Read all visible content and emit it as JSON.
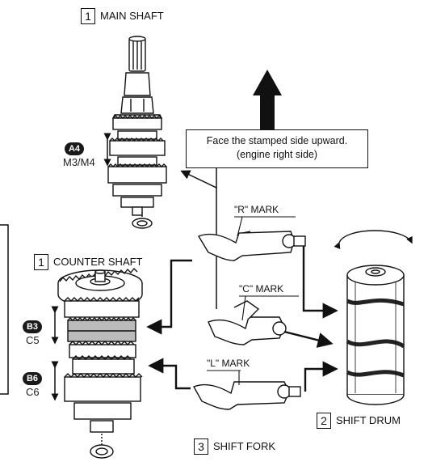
{
  "labels": {
    "main_shaft_num": "1",
    "main_shaft": "MAIN SHAFT",
    "counter_shaft_num": "1",
    "counter_shaft": "COUNTER SHAFT",
    "shift_drum_num": "2",
    "shift_drum": "SHIFT DRUM",
    "shift_fork_num": "3",
    "shift_fork": "SHIFT FORK"
  },
  "callout": {
    "line1": "Face the stamped side upward.",
    "line2": "(engine right side)"
  },
  "marks": {
    "r": "\"R\" MARK",
    "c": "\"C\" MARK",
    "l": "\"L\" MARK"
  },
  "gear_positions": {
    "a4_badge": "A4",
    "a4_text": "M3/M4",
    "b3_badge": "B3",
    "b3_text": "C5",
    "b6_badge": "B6",
    "b6_text": "C6"
  },
  "colors": {
    "ink": "#111111",
    "badge_bg": "#1a1a1a",
    "gear_fill": "#ffffff",
    "drum_band": "#222222"
  }
}
